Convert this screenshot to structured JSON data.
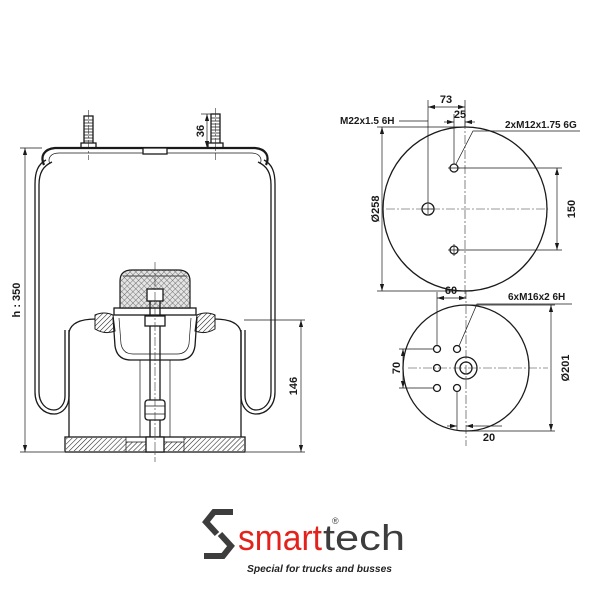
{
  "side_view": {
    "height_label": "h : 350",
    "stud_dim": "36",
    "piston_dim": "146"
  },
  "top_view": {
    "dim_73": "73",
    "dim_25": "25",
    "center_thread": "M22x1.5 6H",
    "stud_threads": "2xM12x1.75 6G",
    "diameter": "Ø258",
    "dim_150": "150"
  },
  "bottom_view": {
    "dim_60": "60",
    "hole_threads": "6xM16x2 6H",
    "dim_70": "70",
    "diameter": "Ø201",
    "dim_20": "20"
  },
  "logo": {
    "icon": "smarttech-s-icon",
    "brand_part1": "smart",
    "brand_part2": "tech",
    "registered_mark": "®",
    "tagline": "Special for trucks and busses"
  },
  "colors": {
    "brand_red": "#e3231b",
    "brand_dark": "#3d3d3d",
    "drawing_line": "#1a1a1a"
  }
}
